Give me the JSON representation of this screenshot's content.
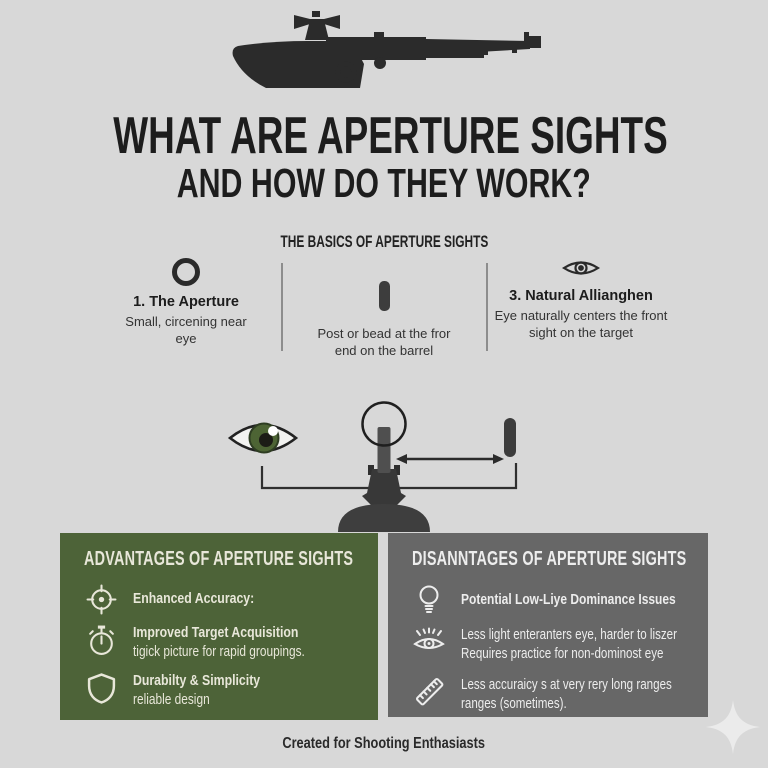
{
  "colors": {
    "background": "#d8d8d8",
    "ink": "#1f1f1f",
    "advantages_green": "#4d6338",
    "disadvantages_gray": "#676767",
    "panel_text_green": "#e8e7d9",
    "panel_text_gray": "#ededed",
    "eye_iris_green": "#4d6434"
  },
  "header": {
    "title_line1": "WHAT ARE APERTURE SIGHTS",
    "title_line2": "AND HOW DO THEY WORK?"
  },
  "basics": {
    "heading": "THE BASICS OF APERTURE SIGHTS",
    "columns": [
      {
        "icon": "aperture-ring-icon",
        "title": "1. The Aperture",
        "desc": "Small, circening near eye"
      },
      {
        "icon": "front-post-icon",
        "title": "",
        "desc": "Post or bead at the fror end on the barrel"
      },
      {
        "icon": "eye-icon",
        "title": "3. Natural Allianghen",
        "desc": "Eye naturally centers the front sight on the target"
      }
    ]
  },
  "advantages": {
    "heading": "ADVANTAGES OF APERTURE SIGHTS",
    "items": [
      {
        "icon": "target-icon",
        "title": "Enhanced Accuracy:",
        "desc": ""
      },
      {
        "icon": "stopwatch-icon",
        "title": "Improved Target Acquisition",
        "desc": "tigick picture for rapid groupings."
      },
      {
        "icon": "shield-icon",
        "title": "Durabilty & Simplicity",
        "desc": "reliable design"
      }
    ]
  },
  "disadvantages": {
    "heading": "DISANNTAGES OF APERTURE SIGHTS",
    "items": [
      {
        "icon": "lightbulb-icon",
        "title": "Potential Low-Liye Dominance Issues",
        "desc": ""
      },
      {
        "icon": "eye-lashes-icon",
        "title": "Less light enteranters eye, harder to liszer",
        "desc": "Requires practice for non-dominost eye"
      },
      {
        "icon": "ruler-icon",
        "title": "Less accuraicy s at very rery long ranges",
        "desc": "ranges (sometimes)."
      }
    ]
  },
  "footer": {
    "credit": "Created for Shooting Enthasiasts"
  }
}
